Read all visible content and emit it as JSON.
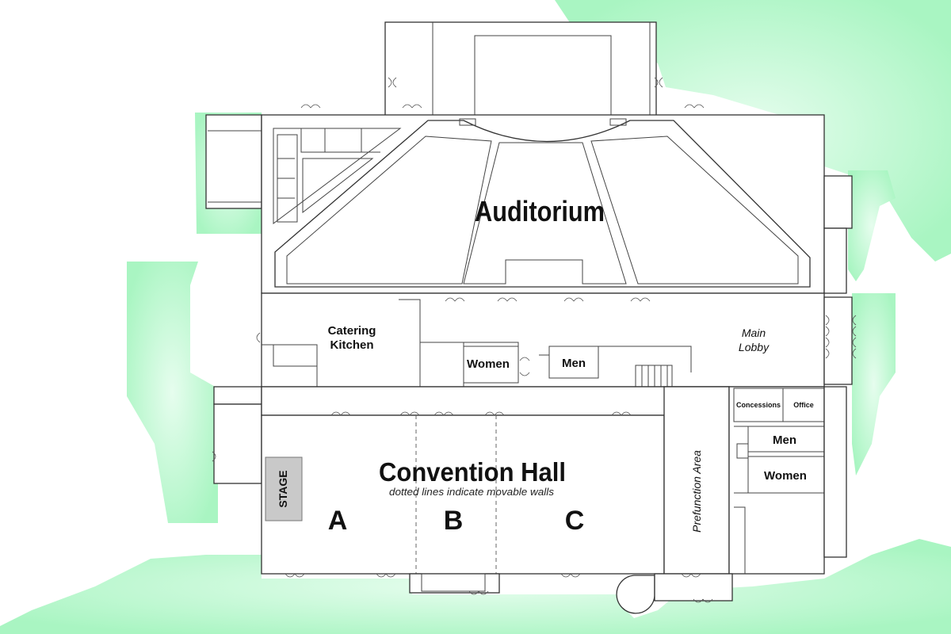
{
  "colors": {
    "landscape": "#b3f7c8",
    "stage": "#c9c9c9",
    "walls": "#333333"
  },
  "rooms": {
    "auditorium": "Auditorium",
    "catering_line1": "Catering",
    "catering_line2": "Kitchen",
    "main_lobby_line1": "Main",
    "main_lobby_line2": "Lobby",
    "women_center": "Women",
    "men_center": "Men",
    "concessions": "Concessions",
    "office": "Office",
    "men_right": "Men",
    "women_right": "Women",
    "prefunction": "Prefunction Area",
    "convention_hall": "Convention Hall",
    "movable_note": "dotted lines indicate movable walls",
    "stage": "STAGE",
    "section_a": "A",
    "section_b": "B",
    "section_c": "C"
  }
}
